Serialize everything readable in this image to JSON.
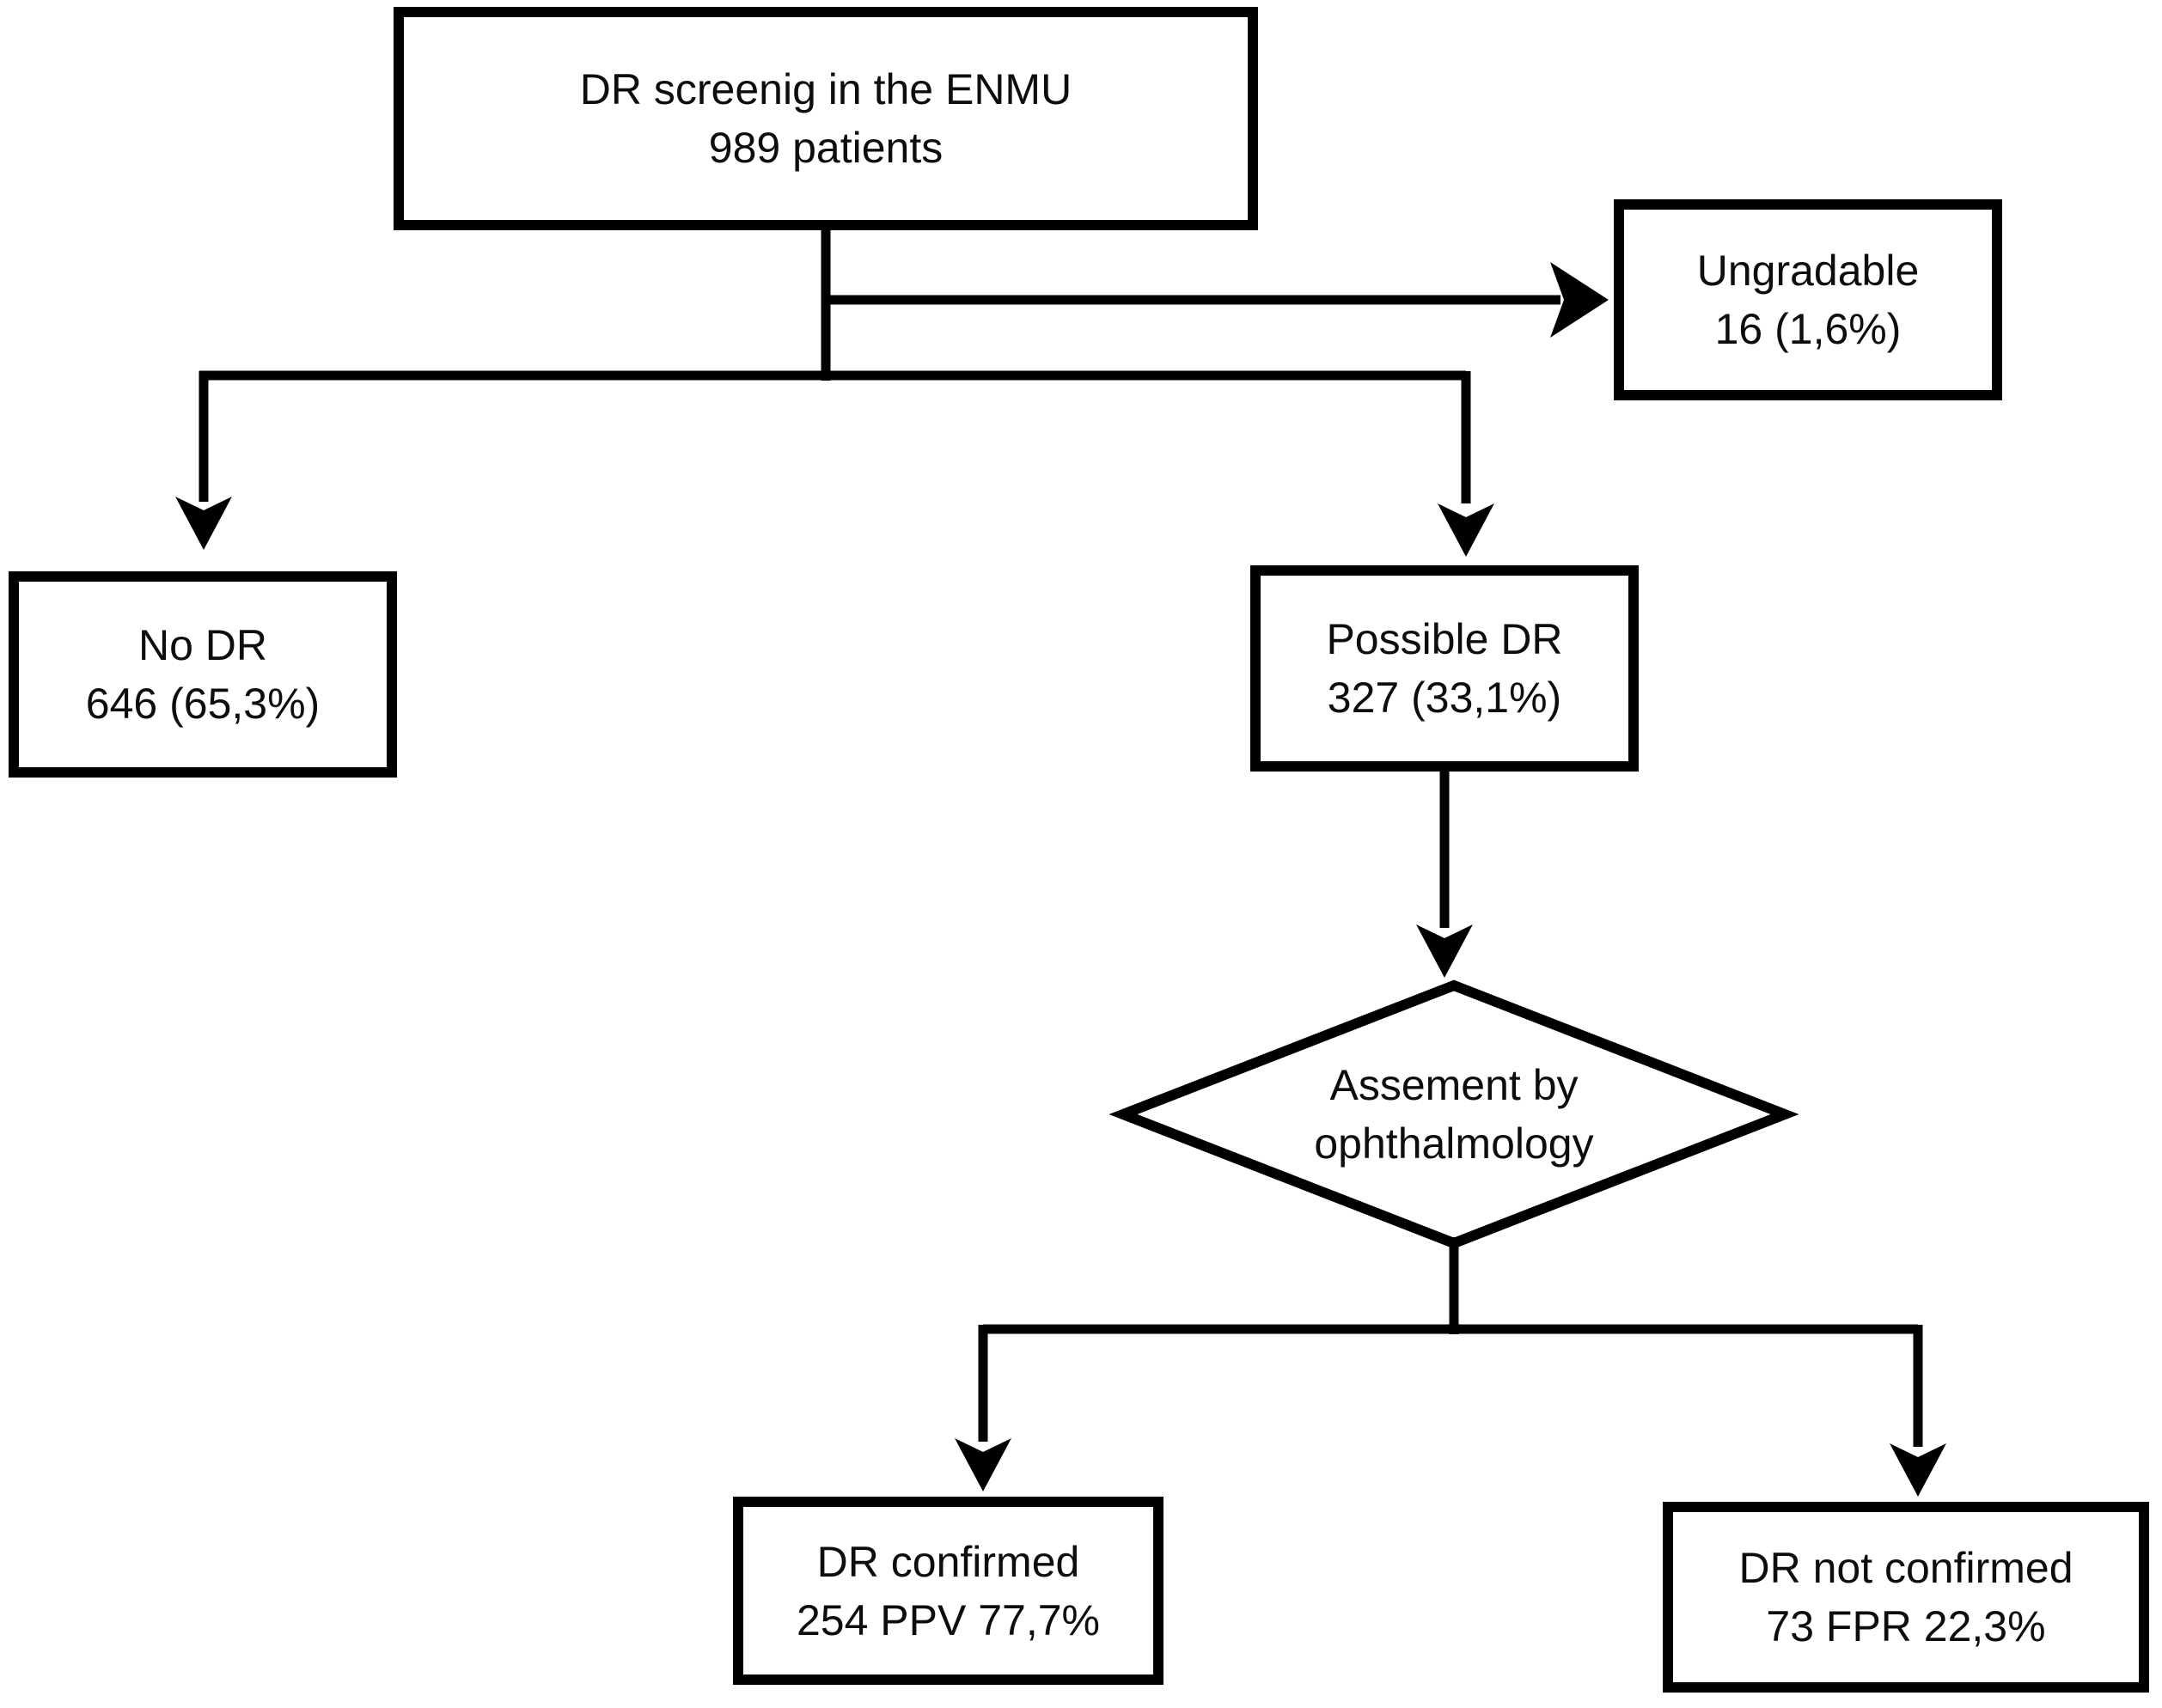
{
  "nodes": {
    "screening": {
      "line1": "DR screenig in the ENMU",
      "line2": "989 patients"
    },
    "ungradable": {
      "line1": "Ungradable",
      "line2": "16 (1,6%)"
    },
    "no_dr": {
      "line1": "No DR",
      "line2": "646 (65,3%)"
    },
    "possible_dr": {
      "line1": "Possible DR",
      "line2": "327 (33,1%)"
    },
    "assessment": {
      "line1": "Assement by",
      "line2": "ophthalmology"
    },
    "dr_confirmed": {
      "line1": "DR confirmed",
      "line2": "254 PPV 77,7%"
    },
    "dr_not_confirmed": {
      "line1": "DR not confirmed",
      "line2": "73 FPR 22,3%"
    }
  },
  "colors": {
    "line": "#000000",
    "border": "#000000",
    "text": "#0d0d0d",
    "background": "#ffffff"
  }
}
